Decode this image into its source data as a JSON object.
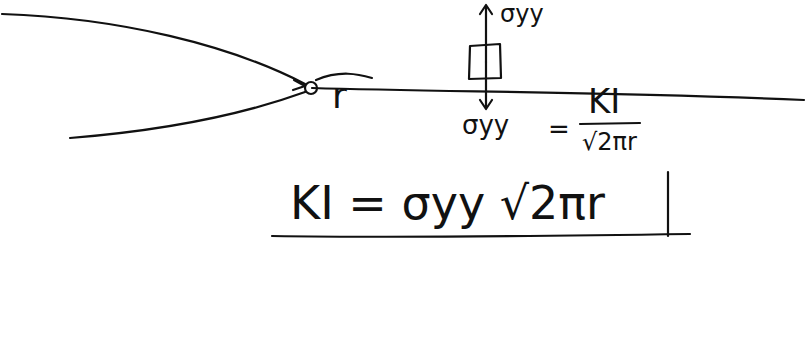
{
  "diagram": {
    "labels": [
      "σyy",
      "r",
      "σyy",
      "=",
      "KI",
      "√2πr",
      "KI = σyy √2πr"
    ]
  }
}
